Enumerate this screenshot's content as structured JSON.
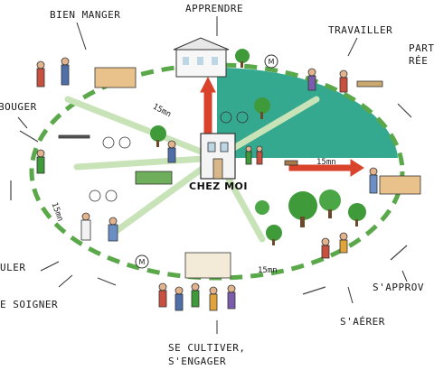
{
  "center": {
    "label": "CHEZ MOI"
  },
  "labels": {
    "bien_manger": "BIEN MANGER",
    "apprendre": "APPRENDRE",
    "travailler": "TRAVAILLER",
    "partager_line1": "PART",
    "partager_line2": "RÉE",
    "bouger": "BOUGER",
    "circuler": "ULER",
    "se_soigner": "E SOIGNER",
    "se_cultiver_line1": "SE CULTIVER,",
    "se_cultiver_line2": "S'ENGAGER",
    "s_aerer": "S'AÉRER",
    "s_approvisionner": "S'APPROV"
  },
  "times": {
    "t1": "15mn",
    "t2": "15mn",
    "t3": "15mn",
    "t4": "15mn"
  },
  "badges": {
    "metro": "M"
  },
  "colors": {
    "ring_green": "#5aa84a",
    "teal_sector": "#1f9e84",
    "arrow_red": "#d9432b",
    "spoke": "#c9e3b8"
  }
}
